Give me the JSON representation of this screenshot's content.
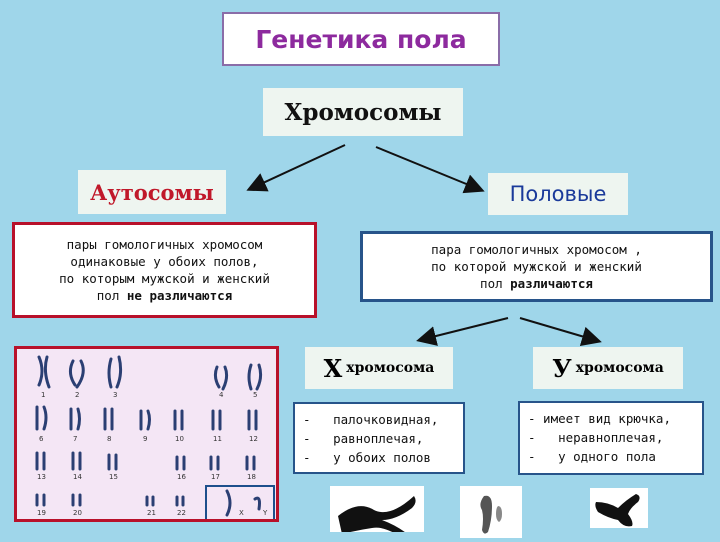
{
  "title": "Генетика  пола",
  "chromosomes": "Хромосомы",
  "autosomes": {
    "label": "Аутосомы",
    "description": [
      "пары гомологичных хромосом",
      "одинаковые у обоих полов,",
      "по которым мужской и женский"
    ],
    "last_line_prefix": "пол ",
    "last_line_bold": "не различаются"
  },
  "sex": {
    "label": "Половые",
    "description": [
      "пара гомологичных хромосом ,",
      "по которой мужской и женский"
    ],
    "last_line_prefix": "пол ",
    "last_line_bold": "различаются"
  },
  "x_chrom": {
    "letter": "Х",
    "word": "хромосома",
    "traits": [
      "-   палочковидная,",
      "-   равноплечая,",
      "-   у обоих полов"
    ]
  },
  "y_chrom": {
    "letter": "У",
    "word": "хромосома",
    "traits": [
      "- имеет вид крючка,",
      "-   неравноплечая,",
      "-   у одного пола"
    ]
  },
  "karyotype": {
    "row1": [
      "1",
      "2",
      "3",
      "4",
      "5"
    ],
    "row2": [
      "6",
      "7",
      "8",
      "9",
      "10",
      "11",
      "12"
    ],
    "row3": [
      "13",
      "14",
      "15",
      "16",
      "17",
      "18"
    ],
    "row4": [
      "19",
      "20",
      "21",
      "22"
    ],
    "sex_labels": [
      "X",
      "Y"
    ]
  },
  "colors": {
    "background": "#9fd6ea",
    "title": "#8d2a9e",
    "autosome_label": "#c0182a",
    "sex_label": "#1a3a9a",
    "red_border": "#b8112a",
    "blue_border": "#27548a"
  }
}
